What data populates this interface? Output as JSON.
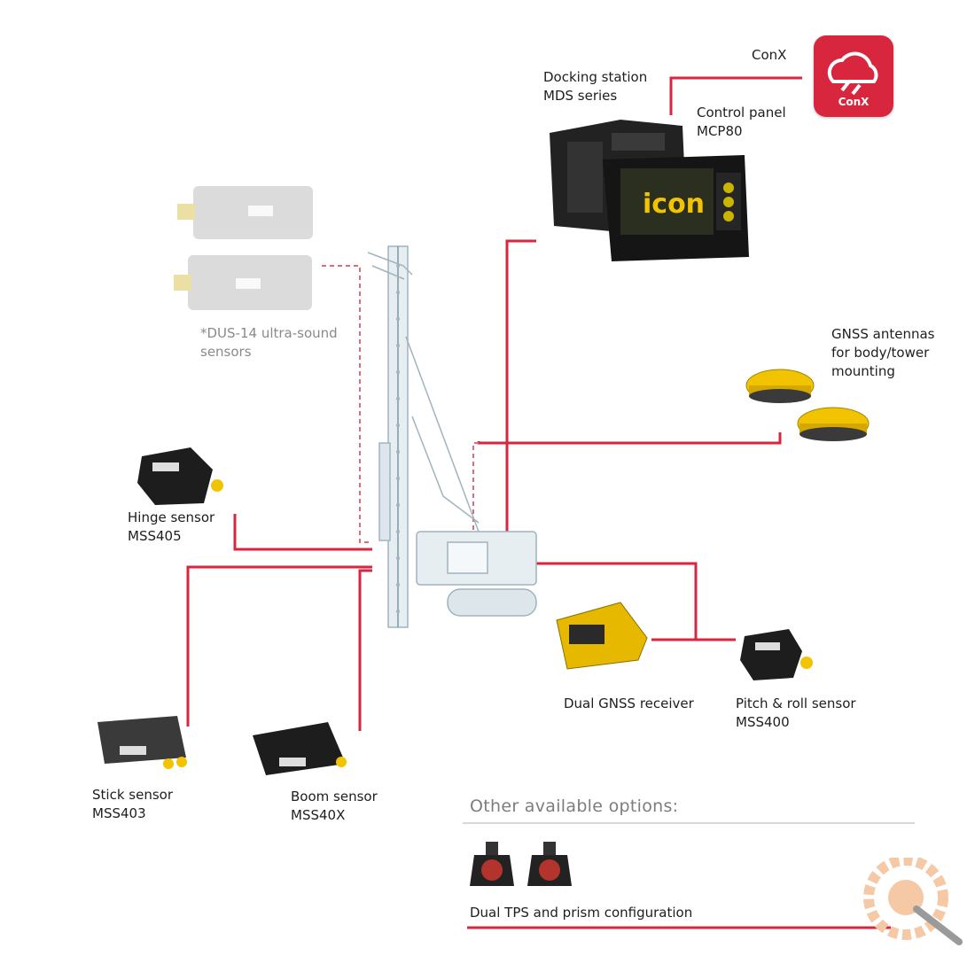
{
  "brand": {
    "accent": "#d7263d",
    "sensor_yellow": "#f2c300",
    "sensor_black": "#1d1d1d"
  },
  "labels": {
    "conx": "ConX",
    "docking_line1": "Docking station",
    "docking_line2": "MDS series",
    "control_line1": "Control panel",
    "control_line2": "MCP80",
    "dus_line1": "*DUS-14 ultra-sound",
    "dus_line2": "sensors",
    "gnss_ant_line1": "GNSS antennas",
    "gnss_ant_line2": "for body/tower",
    "gnss_ant_line3": "mounting",
    "hinge_line1": "Hinge sensor",
    "hinge_line2": "MSS405",
    "dual_gnss": "Dual GNSS receiver",
    "pitch_line1": "Pitch & roll sensor",
    "pitch_line2": "MSS400",
    "stick_line1": "Stick sensor",
    "stick_line2": "MSS403",
    "boom_line1": "Boom sensor",
    "boom_line2": "MSS40X",
    "other_options": "Other available options:",
    "dual_tps": "Dual TPS and prism configuration"
  },
  "conx_badge": {
    "text": "ConX",
    "icon": "cloud-icon"
  },
  "control_screen_text": "icon",
  "icons": [
    "cloud-icon",
    "magnifier-icon",
    "prism-icon"
  ]
}
